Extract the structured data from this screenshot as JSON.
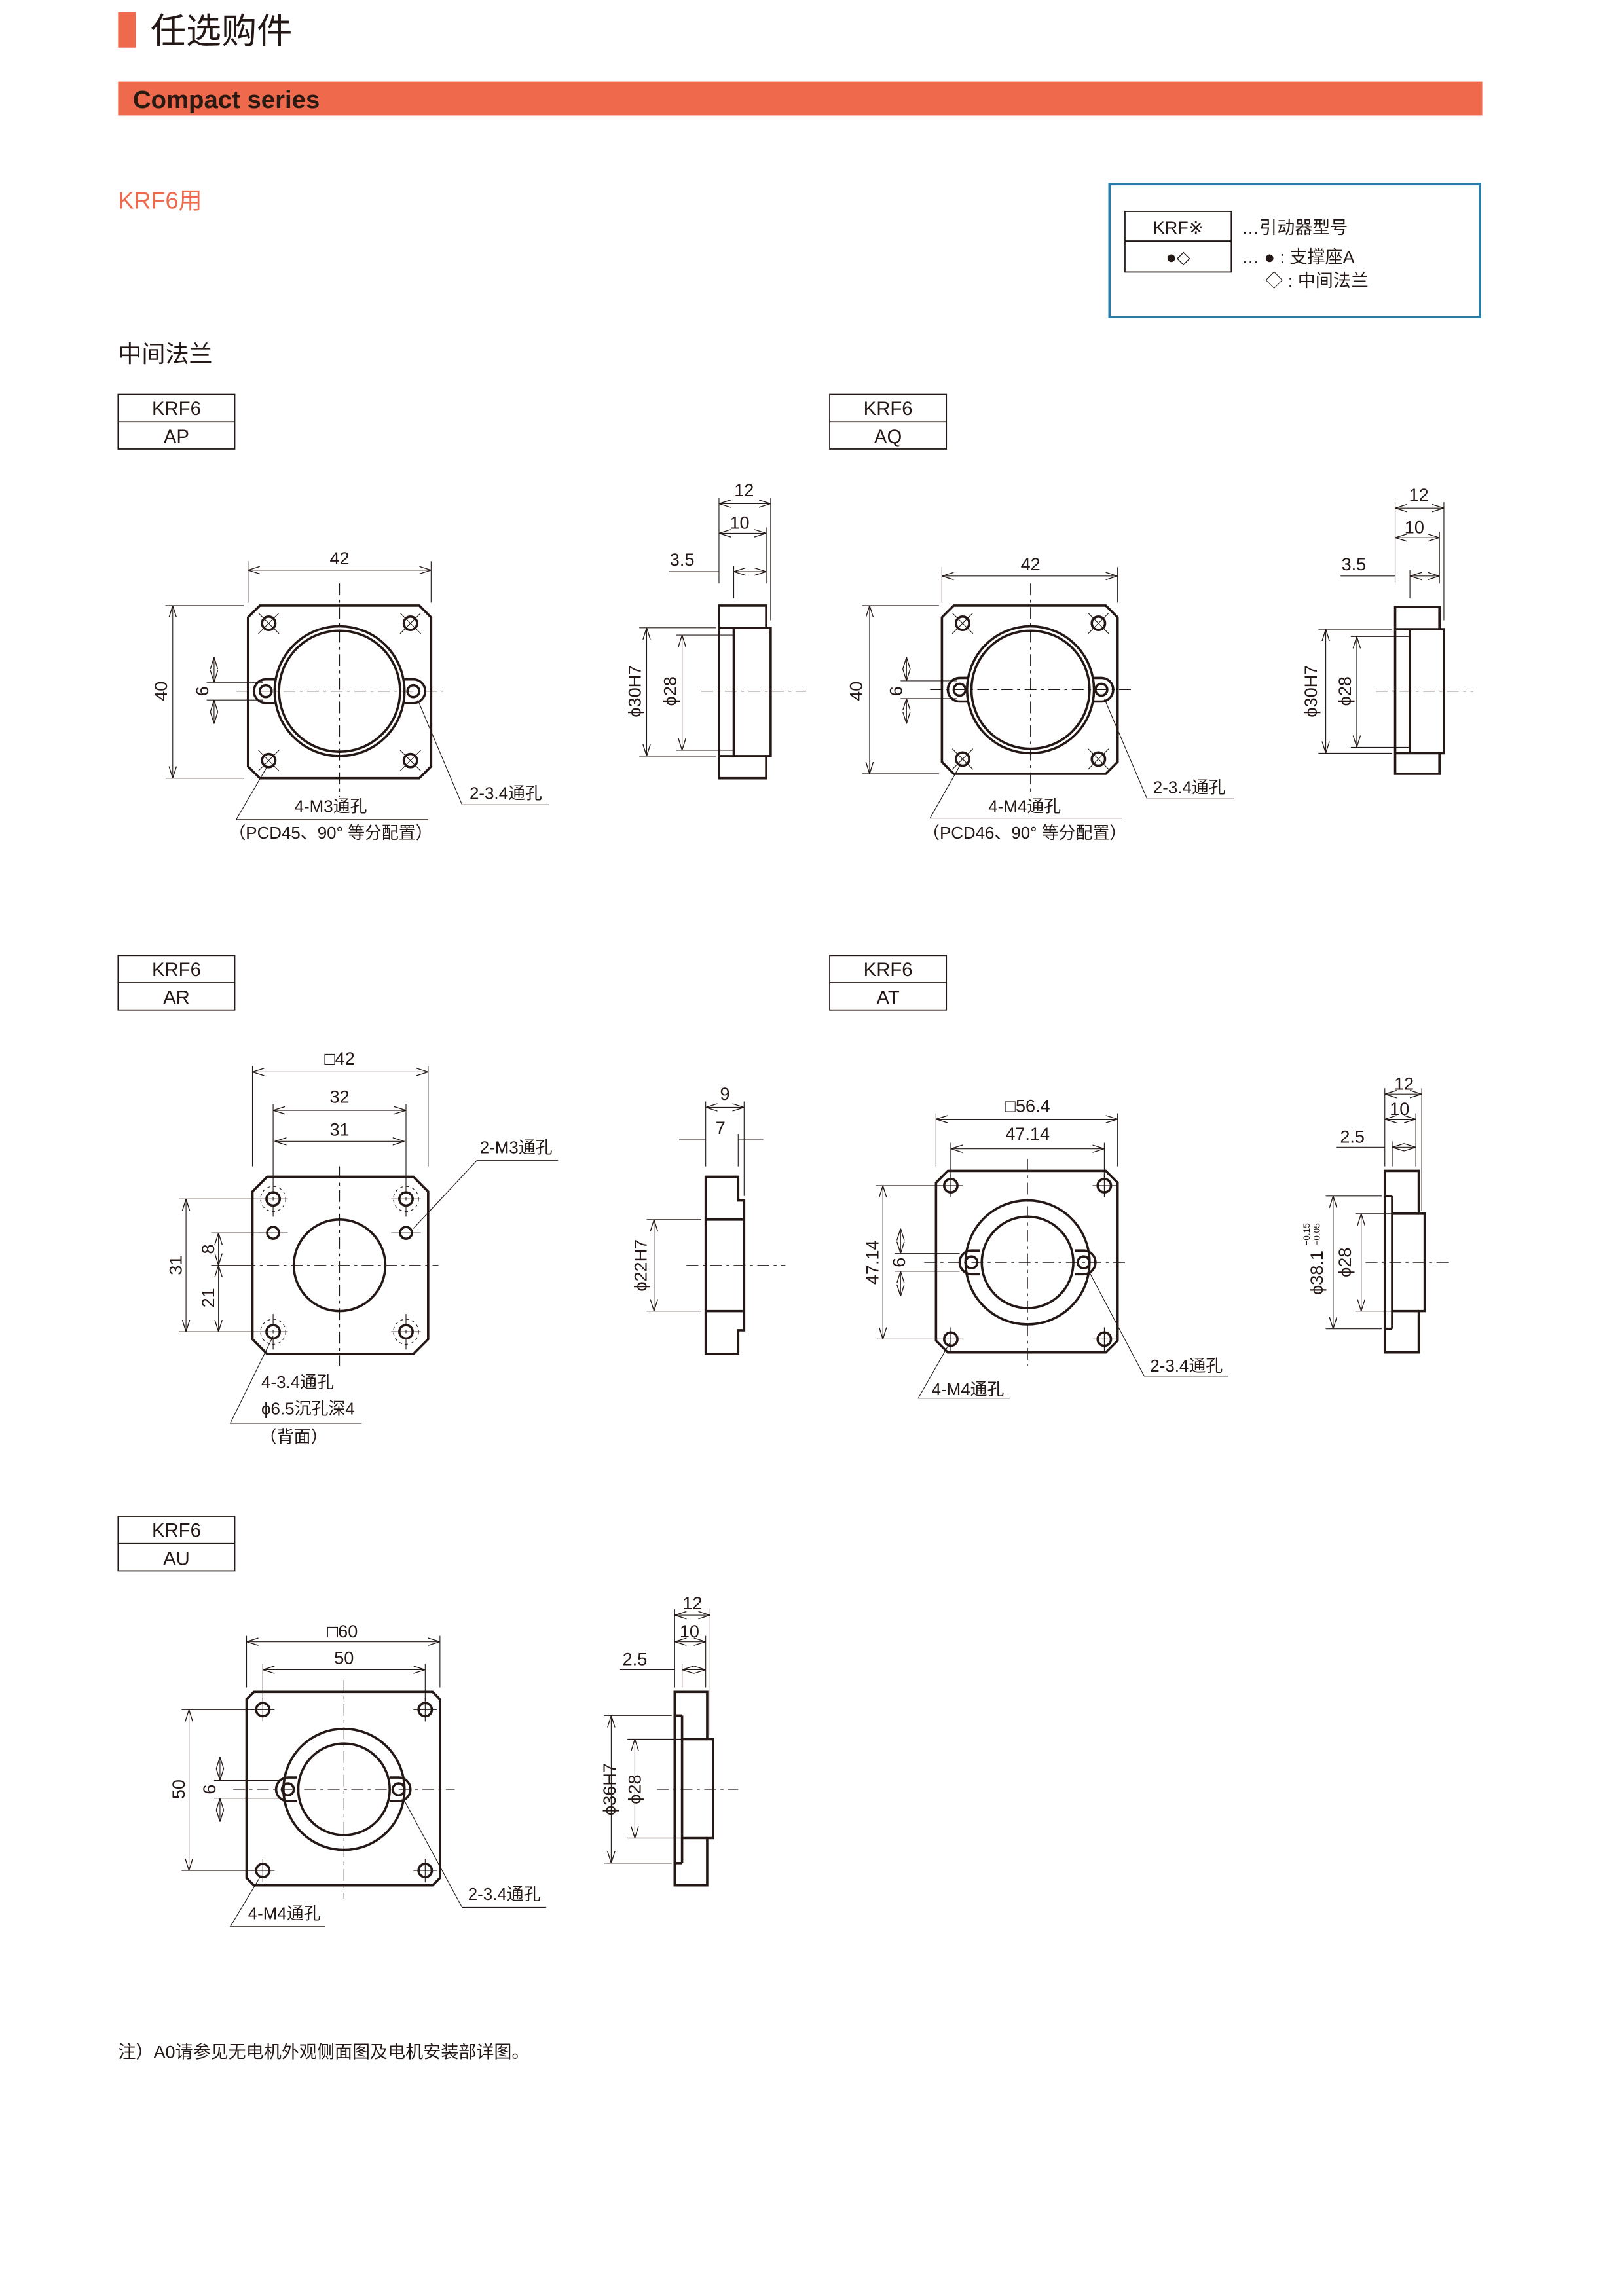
{
  "header": {
    "title": "任选购件",
    "series": "Compact series",
    "subtitle": "KRF6用",
    "section": "中间法兰"
  },
  "colors": {
    "accent": "#ef6a4c",
    "legend_border": "#2a7ca8",
    "ink": "#231815"
  },
  "legend": {
    "model_cell": "KRF※",
    "symbol_cell": "●◇",
    "line1": "…引动器型号",
    "line2": "… ● : 支撑座A",
    "line3": "◇ : 中间法兰"
  },
  "parts": {
    "ap": {
      "model": "KRF6",
      "code": "AP",
      "front": {
        "width": "42",
        "height": "40",
        "ear": "6",
        "ear_holes": "2-3.4通孔",
        "holes": "4-M3通孔",
        "holes_note": "（PCD45、90° 等分配置）"
      },
      "side": {
        "total": "12",
        "body": "10",
        "step": "3.5",
        "spigot": "ϕ30H7",
        "bore": "ϕ28"
      }
    },
    "aq": {
      "model": "KRF6",
      "code": "AQ",
      "front": {
        "width": "42",
        "height": "40",
        "ear": "6",
        "ear_holes": "2-3.4通孔",
        "holes": "4-M4通孔",
        "holes_note": "（PCD46、90° 等分配置）"
      },
      "side": {
        "total": "12",
        "body": "10",
        "step": "3.5",
        "spigot": "ϕ30H7",
        "bore": "ϕ28"
      }
    },
    "ar": {
      "model": "KRF6",
      "code": "AR",
      "front": {
        "square": "□42",
        "pitch_outer": "32",
        "pitch_inner": "31",
        "v_pitch": "31",
        "v_upper": "8",
        "v_lower": "21",
        "tap_holes": "2-M3通孔",
        "holes": "4-3.4通孔",
        "counterbore": "ϕ6.5沉孔深4",
        "counterbore_note": "（背面）"
      },
      "side": {
        "total": "9",
        "body": "7",
        "spigot": "ϕ22H7"
      }
    },
    "at": {
      "model": "KRF6",
      "code": "AT",
      "front": {
        "square": "□56.4",
        "pitch": "47.14",
        "v_pitch": "47.14",
        "ear": "6",
        "ear_holes": "2-3.4通孔",
        "holes": "4-M4通孔"
      },
      "side": {
        "total": "12",
        "body": "10",
        "step": "2.5",
        "spigot": "ϕ38.1",
        "tol_upper": "+0.15",
        "tol_lower": "+0.05",
        "bore": "ϕ28"
      }
    },
    "au": {
      "model": "KRF6",
      "code": "AU",
      "front": {
        "square": "□60",
        "pitch": "50",
        "v_pitch": "50",
        "ear": "6",
        "ear_holes": "2-3.4通孔",
        "holes": "4-M4通孔"
      },
      "side": {
        "total": "12",
        "body": "10",
        "step": "2.5",
        "spigot": "ϕ36H7",
        "bore": "ϕ28"
      }
    }
  },
  "footnote": "注）A0请参见无电机外观侧面图及电机安装部详图。"
}
